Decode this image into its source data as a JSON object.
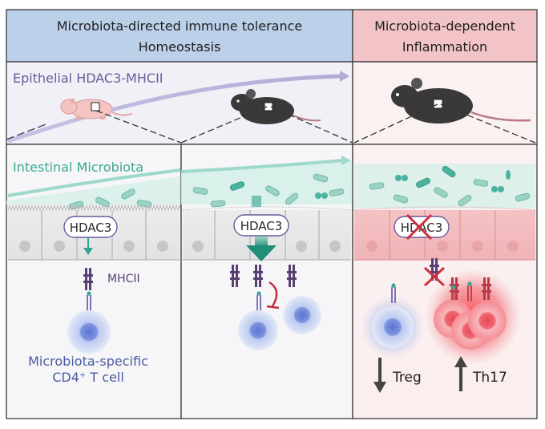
{
  "headers": {
    "left_line1": "Microbiota-directed immune tolerance",
    "left_line2": "Homeostasis",
    "right_line1": "Microbiota-dependent",
    "right_line2": "Inflammation"
  },
  "timeline": {
    "label": "Epithelial HDAC3-MHCII"
  },
  "panel1": {
    "microbiota_label": "Intestinal Microbiota",
    "hdac_label": "HDAC3",
    "mhc_label": "MHCII",
    "tcell_line1": "Microbiota-specific",
    "tcell_line2": "CD4⁺ T cell"
  },
  "panel2": {
    "hdac_label": "HDAC3"
  },
  "panel3": {
    "hdac_label": "HDAC3",
    "treg_label": "Treg",
    "th17_label": "Th17"
  },
  "colors": {
    "header_blue": "#bdd0ea",
    "header_pink": "#f2c4c8",
    "purple_text": "#6b5a9a",
    "teal": "#3aa794",
    "epithelium": "#e9e9e9",
    "mhc_purple": "#5a3f73",
    "mhc_red": "#b63a48",
    "tcell_blue": "#6f86d6",
    "th17_red": "#e24a55"
  },
  "icons": [
    "mouse-pup-icon",
    "mouse-adult-icon",
    "mouse-inflamed-icon",
    "bacteria-icon",
    "inhibition-icon",
    "cross-icon",
    "down-arrow-icon",
    "up-arrow-icon"
  ]
}
